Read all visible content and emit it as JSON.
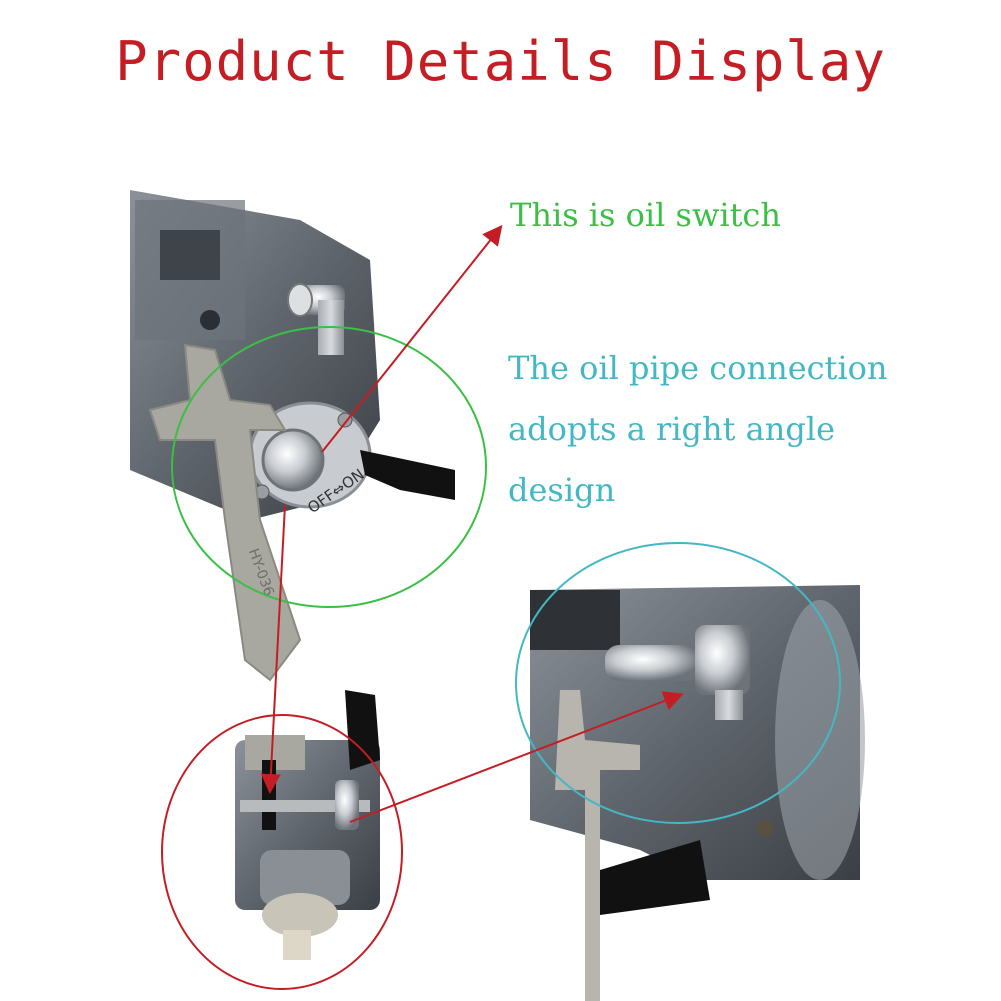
{
  "page": {
    "title": "Product Details Display"
  },
  "captions": {
    "oil_switch": "This is oil switch",
    "pipe_line1": "The oil pipe connection",
    "pipe_line2": "adopts a right angle",
    "pipe_line3": "design"
  },
  "photo_labels": {
    "valve_marking": "OFF⇔ON",
    "lever_marking": "HY-036"
  },
  "colors": {
    "title": "#c41e24",
    "oil_switch_caption": "#3cbf46",
    "pipe_caption": "#43b8c4",
    "arrow": "#c41e24",
    "circle_green": "#3cbf46",
    "circle_cyan": "#43b8c4",
    "circle_red": "#c41e24"
  }
}
